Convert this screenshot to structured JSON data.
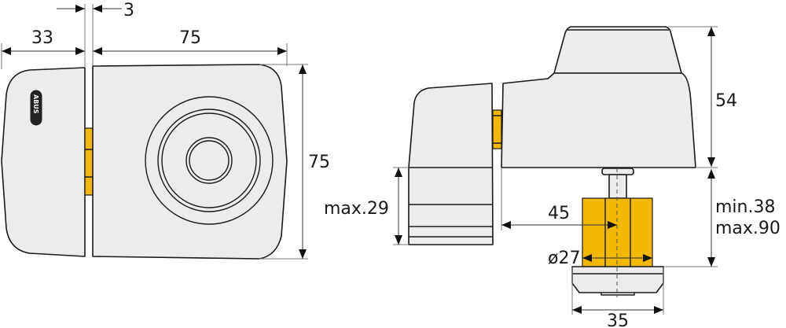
{
  "logo_text": "ABUS",
  "colors": {
    "housing": "#ececec",
    "bolt": "#f2b705",
    "outline": "#1a1a1a"
  },
  "front_view": {
    "dim_gap": "3",
    "dim_strike_width": "33",
    "dim_body_width": "75",
    "dim_body_height": "75"
  },
  "side_view": {
    "dim_height": "54",
    "dim_min": "min.38",
    "dim_max": "max.90",
    "dim_door_max": "max.29",
    "dim_offset": "45",
    "dim_diameter": "ø27",
    "dim_base": "35"
  }
}
